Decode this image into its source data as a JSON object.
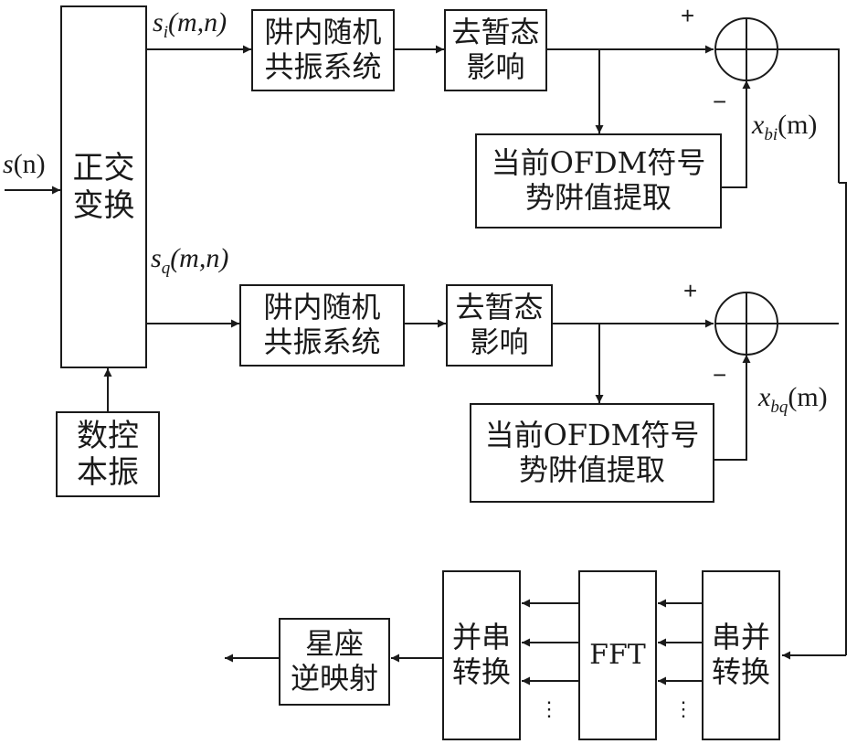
{
  "blocks": {
    "ortho": [
      "正交",
      "变换"
    ],
    "nco": [
      "数控",
      "本振"
    ],
    "res_i": [
      "阱内随机",
      "共振系统"
    ],
    "res_q": [
      "阱内随机",
      "共振系统"
    ],
    "trans_i": [
      "去暂态",
      "影响"
    ],
    "trans_q": [
      "去暂态",
      "影响"
    ],
    "mean_i": [
      "当前OFDM符号",
      "势阱值提取"
    ],
    "mean_q": [
      "当前OFDM符号",
      "势阱值提取"
    ],
    "s2p": [
      "串并",
      "转换"
    ],
    "fft": "FFT",
    "p2s": [
      "并串",
      "转换"
    ],
    "demap": [
      "星座",
      "逆映射"
    ]
  },
  "labels": {
    "input": {
      "main": "s",
      "arg": "(n)"
    },
    "si": {
      "main": "s",
      "sub": "i",
      "arg": "(m,n)"
    },
    "sq": {
      "main": "s",
      "sub": "q",
      "arg": "(m,n)"
    },
    "xbi": {
      "main": "x",
      "sub": "bi",
      "arg": "(m)"
    },
    "xbq": {
      "main": "x",
      "sub": "bq",
      "arg": "(m)"
    }
  },
  "signs": {
    "plus": "+",
    "minus": "−"
  },
  "ellipsis": "⋮"
}
